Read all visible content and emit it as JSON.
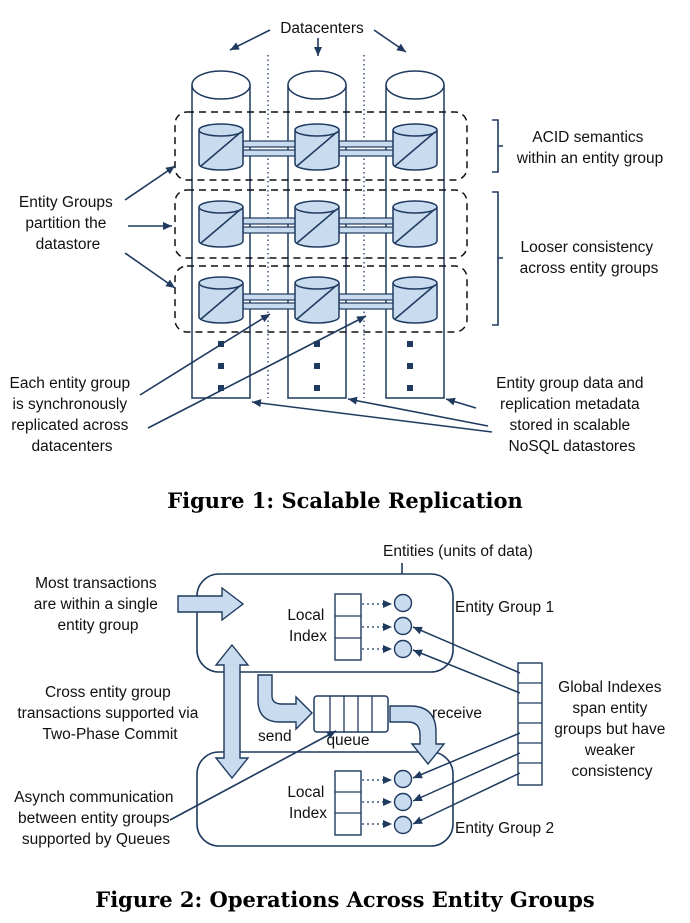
{
  "figure1": {
    "caption": "Figure 1: Scalable Replication",
    "top_label": "Datacenters",
    "left_label": [
      "Entity Groups",
      "partition the",
      "datastore"
    ],
    "right_label_1": [
      "ACID semantics",
      "within an entity group"
    ],
    "right_label_2": [
      "Looser consistency",
      "across entity groups"
    ],
    "bottom_left": [
      "Each entity group",
      "is synchronously",
      "replicated across",
      "datacenters"
    ],
    "bottom_right": [
      "Entity group data and",
      "replication metadata",
      "stored in scalable",
      "NoSQL datastores"
    ]
  },
  "figure2": {
    "caption": "Figure 2: Operations Across Entity Groups",
    "entities_label": "Entities (units of data)",
    "most_tx_label": [
      "Most transactions",
      "are within a single",
      "entity group"
    ],
    "entity_group_1": "Entity Group 1",
    "entity_group_2": "Entity Group 2",
    "local_index_1": [
      "Local",
      "Index"
    ],
    "local_index_2": [
      "Local",
      "Index"
    ],
    "cross_label": [
      "Cross entity group",
      "transactions supported via",
      "Two-Phase Commit"
    ],
    "send": "send",
    "queue": "queue",
    "receive": "receive",
    "async_label": [
      "Asynch communication",
      "between entity groups",
      "supported by Queues"
    ],
    "global_label": [
      "Global Indexes",
      "span entity",
      "groups but have",
      "weaker",
      "consistency"
    ]
  },
  "colors": {
    "stroke": "#1f3a5f",
    "fill_light": "#c9dbef",
    "text": "#111111"
  }
}
